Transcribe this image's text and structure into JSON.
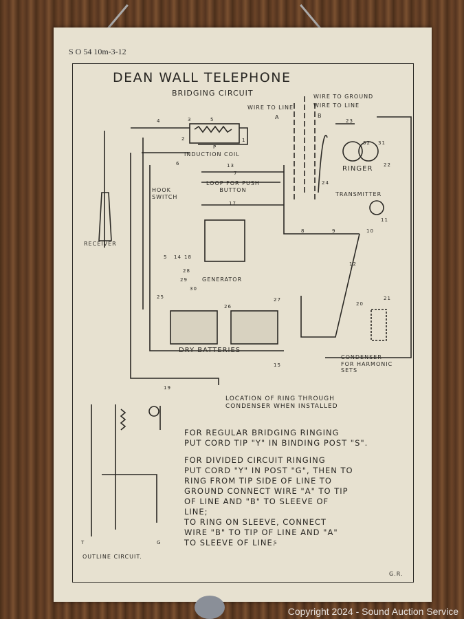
{
  "serial": "S O 54 10m-3-12",
  "title": "Dean Wall Telephone",
  "subtitle": "Bridging Circuit",
  "labels": {
    "wire_to_line_a": "Wire To Line",
    "a": "A",
    "wire_to_ground": "Wire To Ground",
    "wire_to_line_b": "Wire To Line",
    "b": "B",
    "induction_coil": "Induction Coil",
    "hook_switch": "Hook\nSwitch",
    "loop_push_button": "Loop For Push\nButton",
    "ringer": "Ringer",
    "transmitter": "Transmitter",
    "receiver": "Receiver",
    "generator": "Generator",
    "dry_batteries": "Dry Batteries",
    "condenser": "Condenser\nFor Harmonic\nSets",
    "ring_location": "Location Of Ring Through\nCondenser When Installed",
    "outline_circuit": "Outline Circuit.",
    "initials": "G.R."
  },
  "wire_numbers": [
    "4",
    "3",
    "5",
    "P",
    "2",
    "1",
    "6",
    "13",
    "7",
    "17",
    "23",
    "32",
    "31",
    "22",
    "24",
    "8",
    "9",
    "10",
    "11",
    "12",
    "5",
    "14",
    "18",
    "28",
    "29",
    "30",
    "25",
    "26",
    "27",
    "20",
    "21",
    "15",
    "19",
    "T",
    "G",
    "S"
  ],
  "notes": {
    "regular": "For Regular Bridging Ringing\nPut Cord Tip \"Y\" In Binding Post \"S\".",
    "divided": "For Divided Circuit Ringing\nPut Cord \"Y\" In Post \"G\", Then To\nRing From Tip Side Of Line To\nGround Connect Wire \"A\" To Tip\nOf Line And \"B\" To Sleeve Of\nLine;\nTo Ring On Sleeve, Connect\nWire \"B\" To Tip Of Line And \"A\"\nTo Sleeve Of Line."
  },
  "copyright": "Copyright 2024 - Sound Auction Service"
}
